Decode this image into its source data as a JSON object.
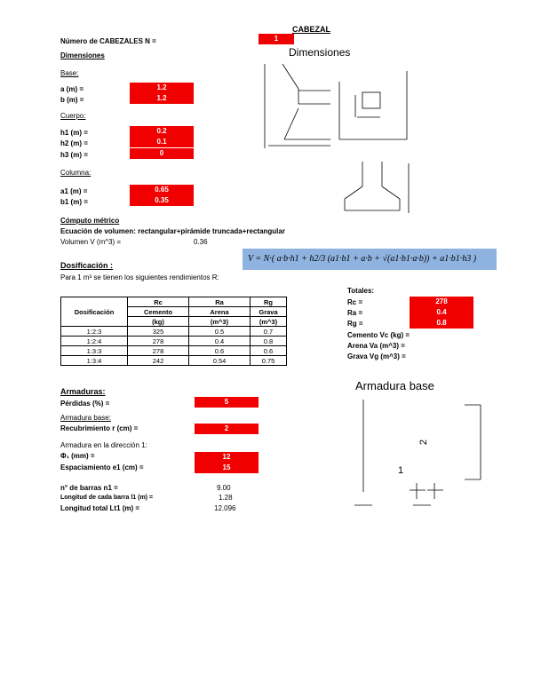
{
  "title": "CABEZAL",
  "num_cabezales_label": "Número de CABEZALES N =",
  "num_cabezales_value": "1",
  "dimensiones_heading": "Dimensiones",
  "dimensiones_fig_title": "Dimensiones",
  "base_label": "Base:",
  "a_label": "a (m) =",
  "a_value": "1.2",
  "b_label": "b (m) =",
  "b_value": "1.2",
  "cuerpo_label": "Cuerpo:",
  "h1_label": "h1 (m) =",
  "h1_value": "0.2",
  "h2_label": "h2 (m) =",
  "h2_value": "0.1",
  "h3_label": "h3 (m) =",
  "h3_value": "0",
  "columna_label": "Columna:",
  "a1_label": "a1 (m) =",
  "a1_value": "0.65",
  "b1_label": "b1 (m) =",
  "b1_value": "0.35",
  "computo_heading": "Cómputo métrico",
  "ecuacion_label": "Ecuación de volumen: rectangular+pirámide truncada+rectangular",
  "volumen_label": "Volumen V (m^3) =",
  "volumen_value": "0.36",
  "formula_text": "V = N·( a·b·h1 + h2/3 (a1·b1 + a·b + √(a1·b1·a·b)) + a1·b1·h3 )",
  "dosificacion_heading": "Dosificación :",
  "dosificacion_text": "Para 1 m³ se tienen los siguientes rendimientos R:",
  "table": {
    "col_dosificacion": "Dosificación",
    "rc": "Rc",
    "ra": "Ra",
    "rg": "Rg",
    "cemento": "Cemento",
    "arena": "Arena",
    "grava": "Grava",
    "kg": "(kg)",
    "m3a": "(m^3)",
    "m3b": "(m^3)",
    "rows": [
      [
        "1:2:3",
        "325",
        "0.5",
        "0.7"
      ],
      [
        "1:2:4",
        "278",
        "0.4",
        "0.8"
      ],
      [
        "1:3:3",
        "278",
        "0.6",
        "0.6"
      ],
      [
        "1:3:4",
        "242",
        "0.54",
        "0.75"
      ]
    ]
  },
  "totales": {
    "heading": "Totales:",
    "rc_label": "Rc =",
    "rc_value": "278",
    "ra_label": "Ra =",
    "ra_value": "0.4",
    "rg_label": "Rg =",
    "rg_value": "0.8",
    "cemento_label": "Cemento Vc (kg) =",
    "arena_label": "Arena Va (m^3) =",
    "grava_label": "Grava Vg (m^3) ="
  },
  "armaduras": {
    "heading": "Armaduras:",
    "perdidas_label": "Pérdidas (%) =",
    "perdidas_value": "5",
    "base_heading": "Armadura base:",
    "recubrimiento_label": "Recubrimiento r (cm) =",
    "recubrimiento_value": "2",
    "direccion_heading": "Armadura en la dirección 1:",
    "phi_label": "Φ₁ (mm) =",
    "phi_value": "12",
    "espaciamiento_label": "Espaciamiento e1 (cm) =",
    "espaciamiento_value": "15",
    "n_barras_label": "n° de barras n1 =",
    "n_barras_value": "9.00",
    "long_barra_label": "Longitud de cada barra l1 (m) =",
    "long_barra_value": "1.28",
    "long_total_label": "Longitud total Lt1 (m) =",
    "long_total_value": "12.096",
    "fig_title": "Armadura base",
    "fig_label_1": "1",
    "fig_label_2": "2"
  }
}
